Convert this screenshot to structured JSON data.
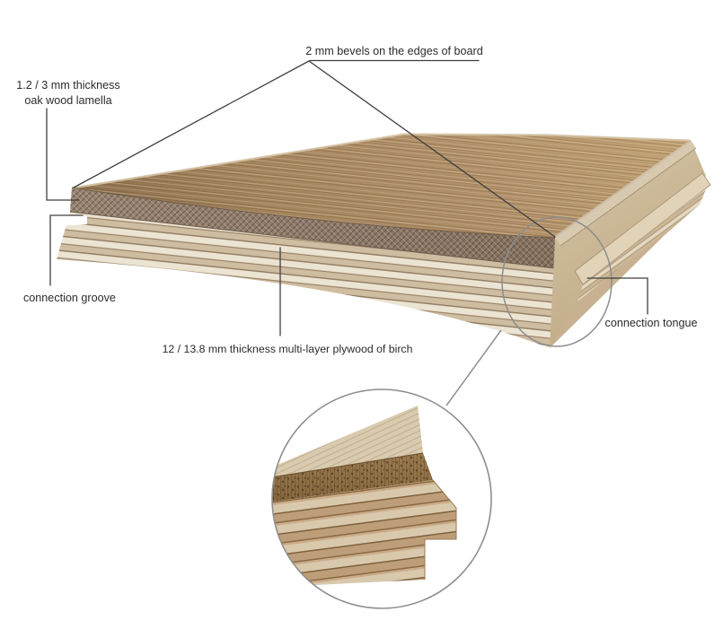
{
  "figure": {
    "title": "engineered wood flooring cross-section diagram",
    "background": "#ffffff",
    "labels": {
      "bevels": "2 mm bevels on the edges of board",
      "lamella_line1": "1.2 / 3 mm thickness",
      "lamella_line2": "oak wood lamella",
      "groove": "connection groove",
      "plywood": "12 / 13.8 mm thickness multi-layer plywood of birch",
      "tongue": "connection tongue"
    },
    "colors": {
      "background": "#ffffff",
      "text": "#2b2b2b",
      "leader_line": "#3f3f3f",
      "magnifier_line": "#8d8d8d",
      "oak_top_mid": "#a8875d",
      "oak_lamella": "#94816f",
      "plywood_light": "#ece4d3",
      "plywood_tan": "#cfbda1",
      "right_face_tan": "#cdb997",
      "inset_cream": "#d9cbaf",
      "inset_oak": "#95764c"
    }
  }
}
